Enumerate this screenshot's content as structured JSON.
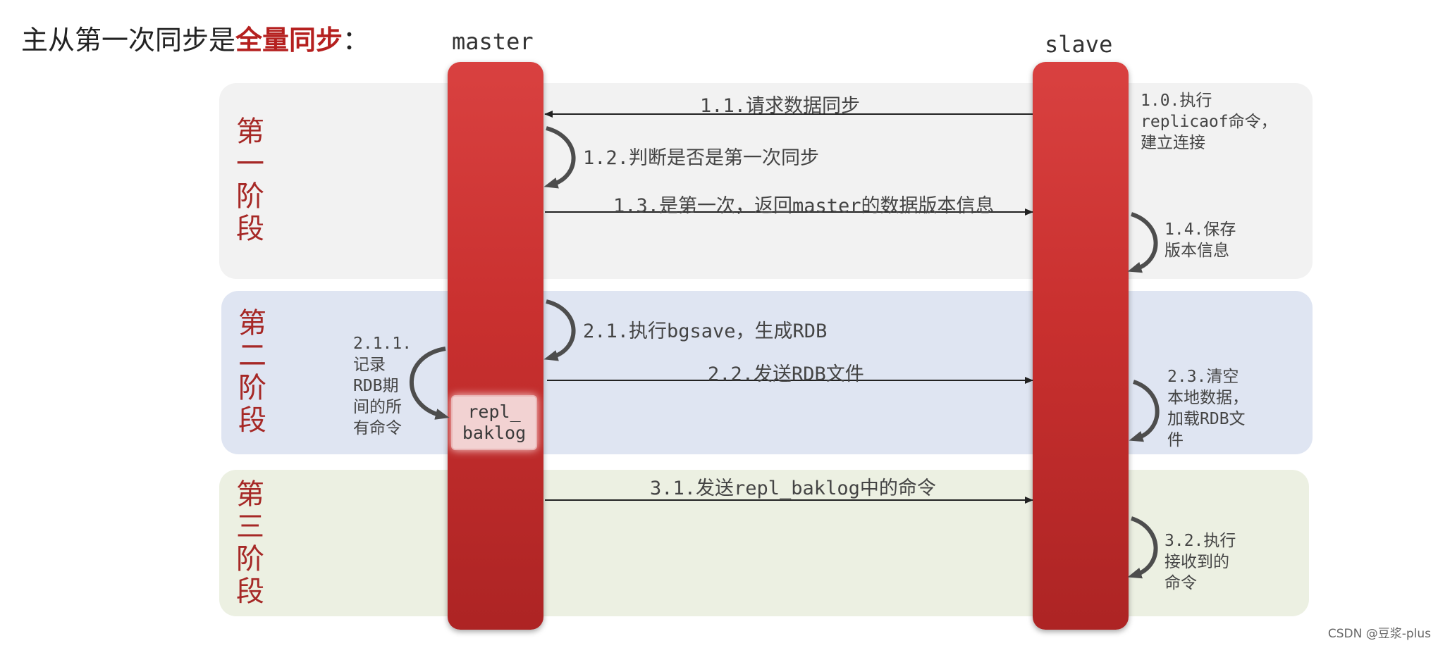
{
  "title": {
    "prefix": "主从第一次同步是",
    "highlight": "全量同步",
    "suffix": "："
  },
  "lanes": {
    "master": "master",
    "slave": "slave"
  },
  "phases": [
    {
      "label": "第一阶段",
      "color": "#f2f2f2"
    },
    {
      "label": "第二阶段",
      "color": "#dfe5f2"
    },
    {
      "label": "第三阶段",
      "color": "#ecf0e2"
    }
  ],
  "backlog": "repl_\nbaklog",
  "messages": {
    "m1_1": "1.1.请求数据同步",
    "m1_2": "1.2.判断是否是第一次同步",
    "m1_3": "1.3.是第一次，返回master的数据版本信息",
    "m2_1": "2.1.执行bgsave，生成RDB",
    "m2_2": "2.2.发送RDB文件",
    "m3_1": "3.1.发送repl_baklog中的命令"
  },
  "notes": {
    "n1_0": "1.0.执行\nreplicaof命令，\n建立连接",
    "n1_4": "1.4.保存\n版本信息",
    "n2_1_1": "2.1.1.\n记录\nRDB期\n间的所\n有命令",
    "n2_3": "2.3.清空\n本地数据，\n加载RDB文\n件",
    "n3_2": "3.2.执行\n接收到的\n命令"
  },
  "colors": {
    "lane_red": "#c9302f",
    "phase_label": "#a62826",
    "title_highlight": "#b5201f"
  },
  "watermark": "CSDN @豆浆-plus"
}
